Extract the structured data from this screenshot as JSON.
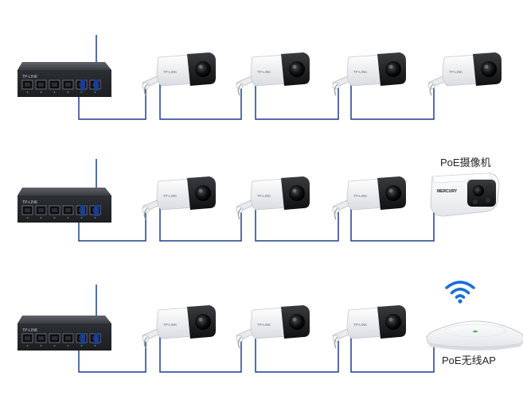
{
  "labels": {
    "poe_camera": "PoE摄像机",
    "poe_ap": "PoE无线AP"
  },
  "brand": {
    "camera_logo": "TP-LINK",
    "switch_logo": "TP-LINK",
    "dome_logo": "MERCURY"
  },
  "icons": {
    "wifi": "wifi-icon",
    "switch": "network-switch-icon",
    "bullet_camera": "bullet-camera-icon",
    "ceiling_ap": "ceiling-access-point-icon"
  },
  "colors": {
    "cable": "#1b3f8f",
    "switch_body": "#3a3d42",
    "wifi_blue": "#1a6fd8",
    "camera_body": "#f4f5f7",
    "camera_lens": "#111111"
  },
  "rows": [
    {
      "id": "row-1",
      "cameras": 4,
      "end_device": "camera"
    },
    {
      "id": "row-2",
      "cameras": 3,
      "end_device": "poe-camera"
    },
    {
      "id": "row-3",
      "cameras": 3,
      "end_device": "poe-ap"
    }
  ]
}
